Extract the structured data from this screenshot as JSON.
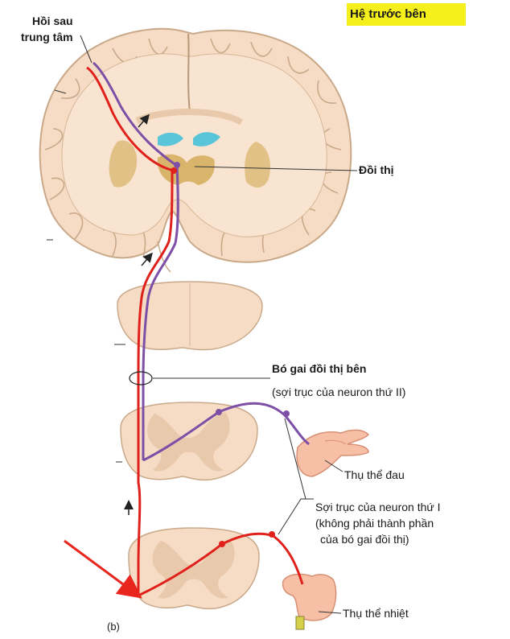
{
  "title": "Hệ trước bên",
  "labels": {
    "postcentral_gyrus": [
      "Hồi sau",
      "trung tâm"
    ],
    "thalamus": "Đồi thị",
    "tract_name": "Bó gai đồi thị bên",
    "tract_desc": "(sợi trục của neuron thứ II)",
    "pain_receptor": "Thụ thể đau",
    "first_neuron": [
      "Sợi trục của neuron thứ I",
      "(không phải thành phần",
      "của bó gai đồi thị)"
    ],
    "temp_receptor": "Thụ thể nhiệt",
    "panel": "(b)"
  },
  "colors": {
    "tissue": "#f6dcc4",
    "tissue_outline": "#c9a98a",
    "gray_matter": "#e8c9ab",
    "nucleus": "#d9b56c",
    "ventricle": "#58c5d8",
    "pathway_red": "#e0201b",
    "pathway_purple": "#7d4fa6",
    "pointer_arrow": "#e8261e",
    "highlight": "#f5f01b"
  }
}
